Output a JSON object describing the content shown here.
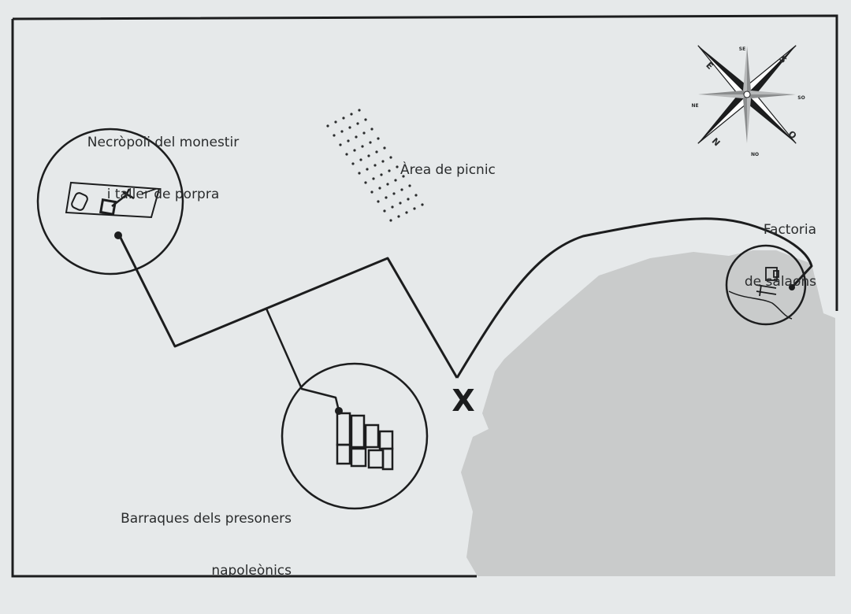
{
  "colors": {
    "background": "#e6e9ea",
    "sea": "#c9cbcb",
    "ink": "#1c1d1e"
  },
  "labels": {
    "necropolis": {
      "line1": "Necròpoli del monestir",
      "line2": "i taller de porpra"
    },
    "picnic": "Àrea de picnic",
    "factory": {
      "line1": "Factoria",
      "line2": "de salaons"
    },
    "barracks": {
      "line1": "Barraques dels presoners",
      "line2": "napoleònics"
    },
    "you_are_here": "X"
  },
  "compass": {
    "icon": "compass-rose-icon",
    "points": {
      "north": "N",
      "south": "S",
      "east": "E",
      "west": "O",
      "ne": "NE",
      "se": "SE",
      "sw": "SO",
      "nw": "NO"
    }
  }
}
